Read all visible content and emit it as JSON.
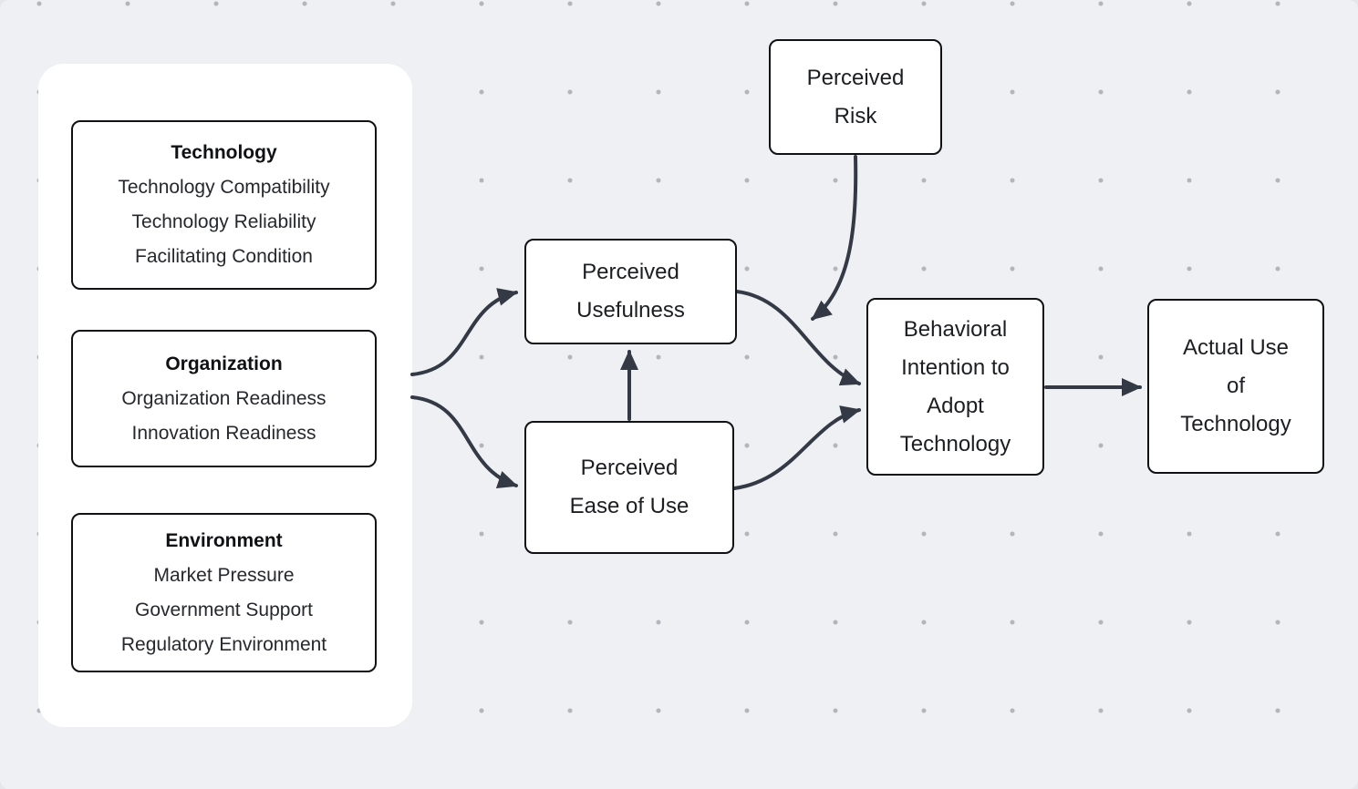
{
  "diagram": {
    "kind": "technology-adoption-model",
    "colors": {
      "background": "#eef0f3",
      "dot_grid": "#b2b5bb",
      "panel_fill": "#ffffff",
      "node_fill": "#ffffff",
      "node_border": "#101114",
      "arrow": "#333a45",
      "text": "#1c1e22"
    },
    "toe_panel": {
      "groups": [
        {
          "title": "Technology",
          "items": [
            "Technology Compatibility",
            "Technology Reliability",
            "Facilitating Condition"
          ]
        },
        {
          "title": "Organization",
          "items": [
            "Organization Readiness",
            "Innovation Readiness"
          ]
        },
        {
          "title": "Environment",
          "items": [
            "Market Pressure",
            "Government Support",
            "Regulatory Environment"
          ]
        }
      ]
    },
    "nodes": {
      "perceived_risk": {
        "label": "Perceived Risk",
        "lines": [
          "Perceived",
          "Risk"
        ]
      },
      "perceived_usefulness": {
        "label": "Perceived Usefulness",
        "lines": [
          "Perceived",
          "Usefulness"
        ]
      },
      "perceived_ease_of_use": {
        "label": "Perceived Ease of Use",
        "lines": [
          "Perceived",
          "Ease of Use"
        ]
      },
      "behavioral_intention": {
        "label": "Behavioral Intention to Adopt Technology",
        "lines": [
          "Behavioral",
          "Intention to",
          "Adopt",
          "Technology"
        ]
      },
      "actual_use": {
        "label": "Actual Use of Technology",
        "lines": [
          "Actual Use",
          "of",
          "Technology"
        ]
      }
    },
    "edges": [
      {
        "from": "TOE panel (Organization)",
        "to": "Perceived Usefulness"
      },
      {
        "from": "TOE panel (Organization)",
        "to": "Perceived Ease of Use"
      },
      {
        "from": "Perceived Ease of Use",
        "to": "Perceived Usefulness"
      },
      {
        "from": "Perceived Usefulness",
        "to": "Behavioral Intention to Adopt Technology"
      },
      {
        "from": "Perceived Ease of Use",
        "to": "Behavioral Intention to Adopt Technology"
      },
      {
        "from": "Perceived Risk",
        "to": "Perceived Usefulness to Behavioral Intention link"
      },
      {
        "from": "Behavioral Intention to Adopt Technology",
        "to": "Actual Use of Technology"
      }
    ]
  }
}
